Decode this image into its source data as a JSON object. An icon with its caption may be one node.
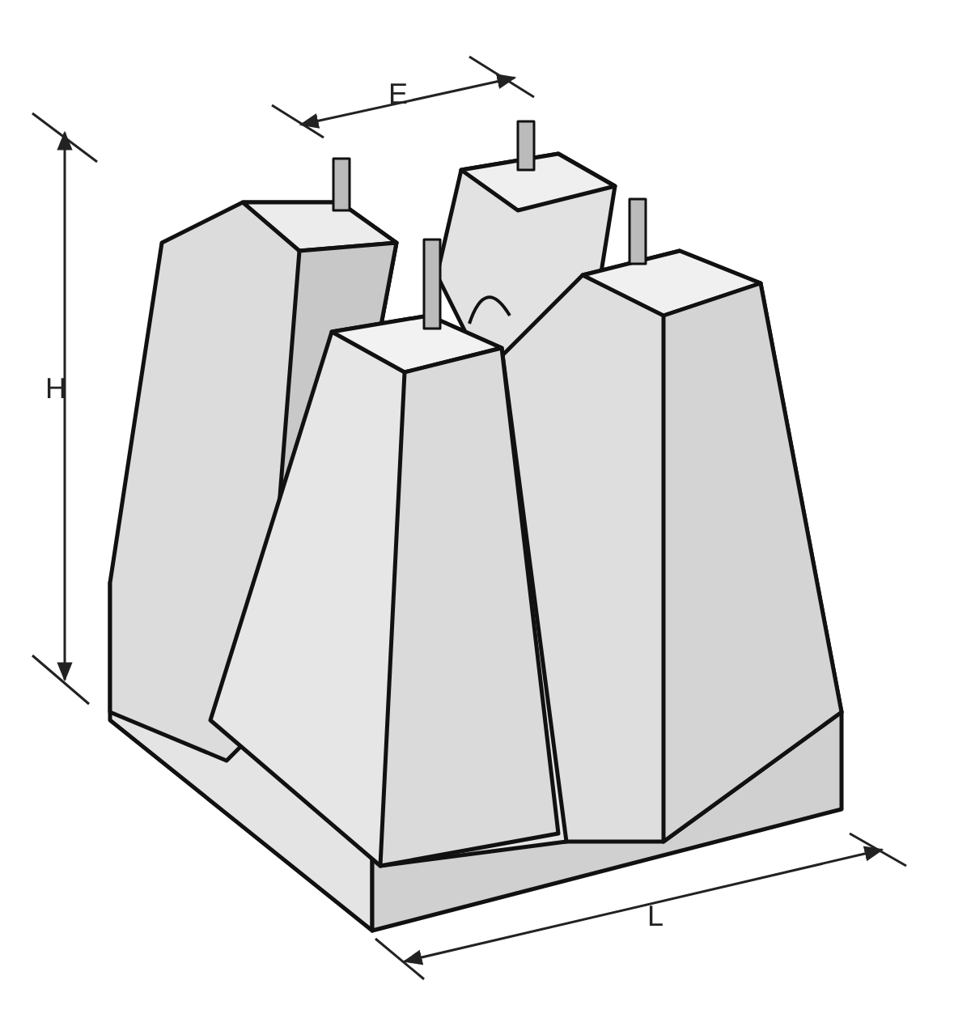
{
  "diagram": {
    "labels": [
      "E",
      "H",
      "L"
    ]
  }
}
